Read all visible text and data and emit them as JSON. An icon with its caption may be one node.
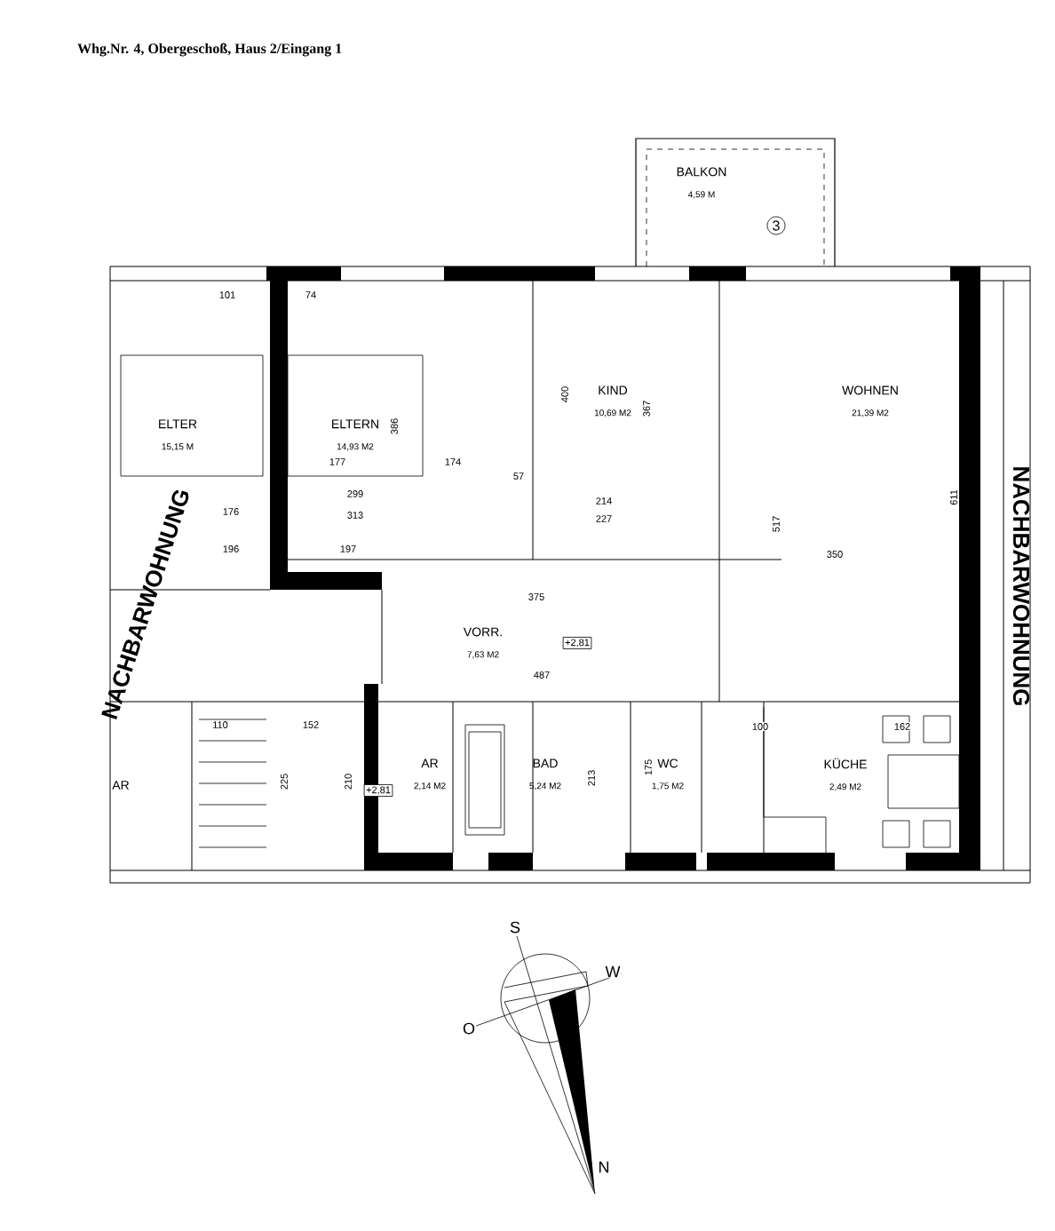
{
  "diagram": {
    "title": "Whg.Nr. 4, Obergeschoß, Haus 2/Eingang 1",
    "nodes": [
      {
        "text": [
          "BALKON",
          "4,59 M"
        ]
      },
      {
        "text": [
          "ELTER",
          "15,15 M"
        ]
      },
      {
        "text": [
          "ELTERN",
          "14,93 M2"
        ]
      },
      {
        "text": [
          "KIND",
          "10,69 M2"
        ]
      },
      {
        "text": [
          "WOHNEN",
          "21,39 M2"
        ]
      },
      {
        "text": [
          "VORR.",
          "7,63 M2"
        ]
      },
      {
        "text": [
          "AR"
        ]
      },
      {
        "text": [
          "AR",
          "2,14 M2"
        ]
      },
      {
        "text": [
          "BAD",
          "5,24 M2"
        ]
      },
      {
        "text": [
          "WC",
          "1,75 M2"
        ]
      },
      {
        "text": [
          "KÜCHE",
          "2,49 M2"
        ]
      }
    ],
    "labels": [
      "3",
      "NACHBARWOHNUNG",
      "NACHBARWOHNUNG",
      "101",
      "74",
      "177",
      "174",
      "299",
      "313",
      "197",
      "176",
      "196",
      "386",
      "400",
      "367",
      "517",
      "611",
      "350",
      "214",
      "227",
      "57",
      "375",
      "487",
      "110",
      "152",
      "225",
      "210",
      "100",
      "162",
      "175",
      "213",
      "+2,81",
      "+2,81",
      "S",
      "W",
      "O",
      "N"
    ]
  }
}
